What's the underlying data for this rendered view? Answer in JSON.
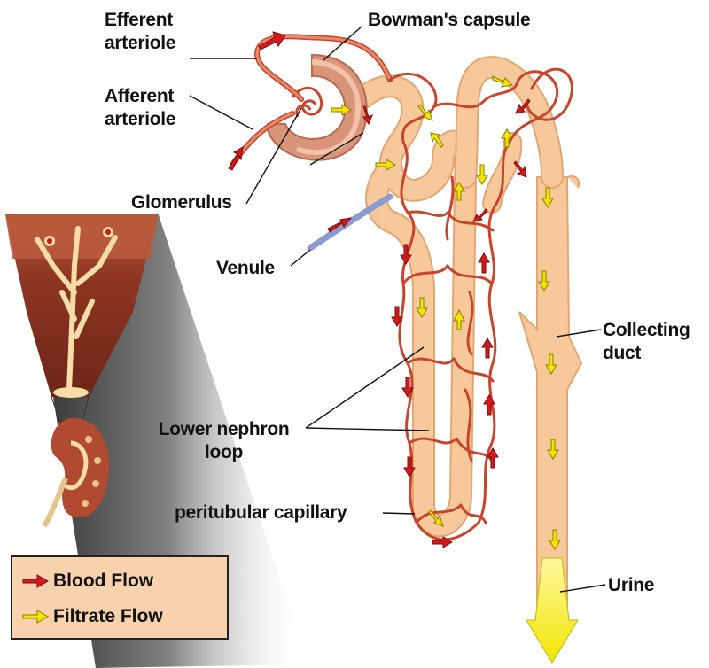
{
  "labels": {
    "efferent_arteriole": "Efferent arteriole",
    "afferent_arteriole": "Afferent arteriole",
    "bowmans_capsule": "Bowman's capsule",
    "glomerulus": "Glomerulus",
    "venule": "Venule",
    "collecting_duct": "Collecting duct",
    "lower_nephron_loop": "Lower nephron loop",
    "peritubular_capillary": "peritubular capillary",
    "urine": "Urine"
  },
  "legend": {
    "blood_flow": "Blood Flow",
    "filtrate_flow": "Filtrate Flow"
  },
  "colors": {
    "blood_arrow": "#d7191c",
    "filtrate_arrow": "#f2e600",
    "tubule": "#f7c99a",
    "capillary": "#d9694a",
    "venule": "#8a9bd0",
    "legend_bg": "#f8d2ac",
    "tissue": "#8b3a26"
  }
}
